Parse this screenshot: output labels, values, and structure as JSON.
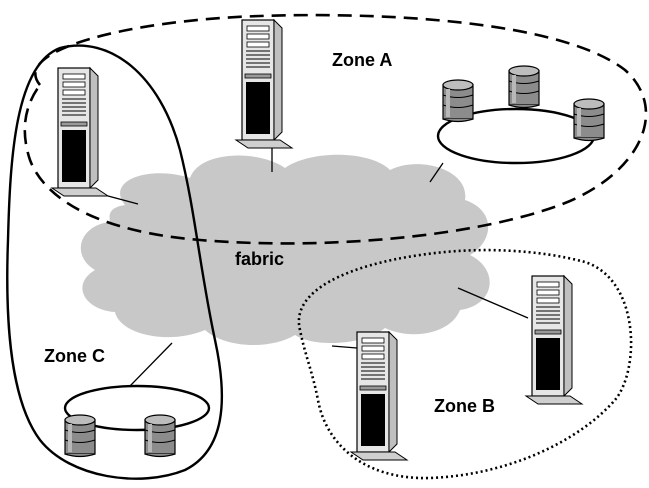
{
  "labels": {
    "zone_a": "Zone A",
    "zone_b": "Zone B",
    "zone_c": "Zone C",
    "fabric": "fabric"
  }
}
